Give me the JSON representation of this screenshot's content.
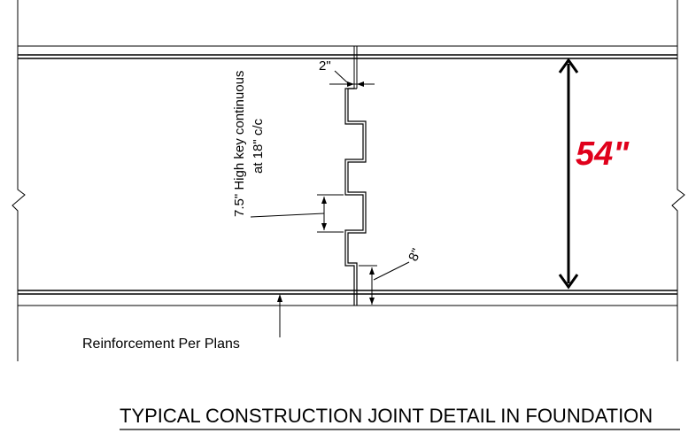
{
  "title": "TYPICAL CONSTRUCTION JOINT DETAIL IN FOUNDATION",
  "labels": {
    "gap": "2\"",
    "key_line1": "7.5\" High key continuous",
    "key_line2": "at 18\" c/c",
    "bottom_offset": "8\"",
    "reinforcement": "Reinforcement Per Plans",
    "thickness": "54\""
  },
  "colors": {
    "line": "#000000",
    "annotation": "#e0001b"
  }
}
